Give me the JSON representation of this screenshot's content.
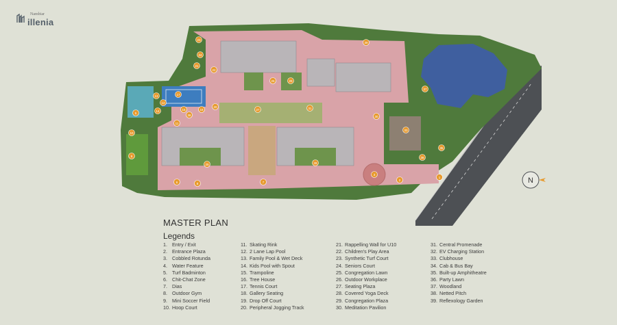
{
  "brand": {
    "top": "Nambiar",
    "name": "illenia"
  },
  "title": "MASTER PLAN",
  "legends_heading": "Legends",
  "compass_label": "N",
  "legend_columns": [
    [
      {
        "n": "1.",
        "t": "Entry / Exit"
      },
      {
        "n": "2.",
        "t": "Entrance Plaza"
      },
      {
        "n": "3.",
        "t": "Cobbled Rotunda"
      },
      {
        "n": "4.",
        "t": "Water Feature"
      },
      {
        "n": "5.",
        "t": "Turf Badminton"
      },
      {
        "n": "6.",
        "t": "Chit-Chat Zone"
      },
      {
        "n": "7.",
        "t": "Dias"
      },
      {
        "n": "8.",
        "t": "Outdoor Gym"
      },
      {
        "n": "9.",
        "t": "Mini Soccer Field"
      },
      {
        "n": "10.",
        "t": "Hoop Court"
      }
    ],
    [
      {
        "n": "11.",
        "t": "Skating Rink"
      },
      {
        "n": "12.",
        "t": "2 Lane Lap Pool"
      },
      {
        "n": "13.",
        "t": "Family Pool & Wet Deck"
      },
      {
        "n": "14.",
        "t": "Kids Pool with Spout"
      },
      {
        "n": "15.",
        "t": "Trampoline"
      },
      {
        "n": "16.",
        "t": "Tree House"
      },
      {
        "n": "17.",
        "t": "Tennis Court"
      },
      {
        "n": "18.",
        "t": "Gallery Seating"
      },
      {
        "n": "19.",
        "t": "Drop Off Court"
      },
      {
        "n": "20.",
        "t": "Peripheral Jogging Track"
      }
    ],
    [
      {
        "n": "21.",
        "t": "Rappelling Wall for U10"
      },
      {
        "n": "22.",
        "t": "Children's Play Area"
      },
      {
        "n": "23.",
        "t": "Synthetic Turf Court"
      },
      {
        "n": "24.",
        "t": "Seniors Court"
      },
      {
        "n": "25.",
        "t": "Congregation Lawn"
      },
      {
        "n": "26.",
        "t": "Outdoor Workplace"
      },
      {
        "n": "27.",
        "t": "Seating Plaza"
      },
      {
        "n": "28.",
        "t": "Covered Yoga Deck"
      },
      {
        "n": "29.",
        "t": "Congregation Plaza"
      },
      {
        "n": "30.",
        "t": "Meditation Pavilion"
      }
    ],
    [
      {
        "n": "31.",
        "t": "Central Promenade"
      },
      {
        "n": "32.",
        "t": "EV Charging Station"
      },
      {
        "n": "33.",
        "t": "Clubhouse"
      },
      {
        "n": "34.",
        "t": "Cab & Bus Bay"
      },
      {
        "n": "35.",
        "t": "Built-up Amphitheatre"
      },
      {
        "n": "36.",
        "t": "Party Lawn"
      },
      {
        "n": "37.",
        "t": "Woodland"
      },
      {
        "n": "38.",
        "t": "Netted Pitch"
      },
      {
        "n": "39.",
        "t": "Reflexology Garden"
      }
    ]
  ],
  "map_markers": [
    "1",
    "2",
    "3",
    "5",
    "6",
    "7",
    "8",
    "9",
    "10",
    "11",
    "12",
    "13",
    "14",
    "16",
    "17",
    "18",
    "20",
    "21",
    "22",
    "23",
    "24",
    "25",
    "26",
    "27",
    "28",
    "29",
    "30",
    "31",
    "33",
    "35",
    "36",
    "37",
    "38",
    "39"
  ],
  "colors": {
    "background": "#dfe1d6",
    "road": "#4d5054",
    "pond": "#3f5f9f",
    "greenery": "#4f7a3c",
    "building_roof": "#b9b5b8",
    "paving": "#d9a3a8",
    "marker": "#e79a2e"
  }
}
